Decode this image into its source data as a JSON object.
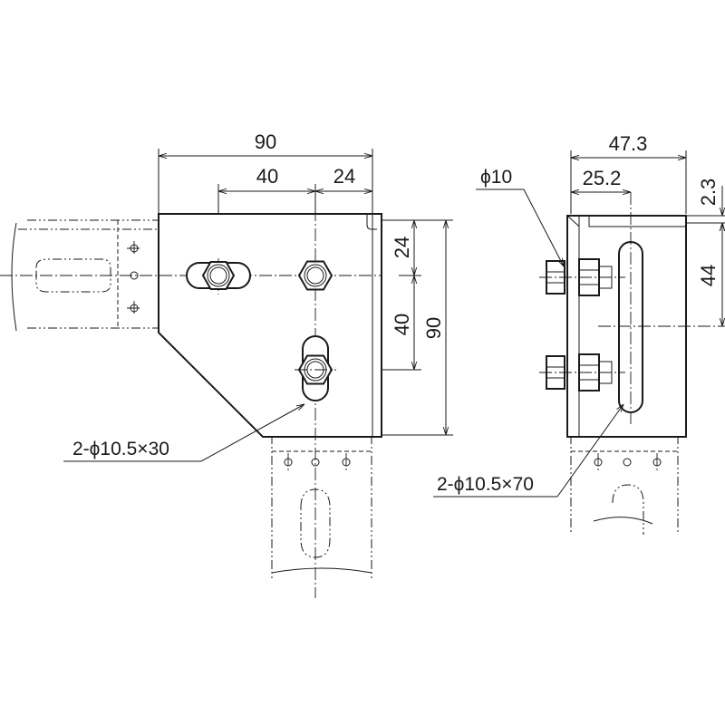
{
  "front_view": {
    "dims": {
      "overall_width": "90",
      "hole_spacing": "40",
      "edge_offset": "24",
      "vertical_offset": "24",
      "vertical_spacing": "40",
      "overall_height": "90"
    },
    "callout": "2-ϕ10.5×30"
  },
  "side_view": {
    "dims": {
      "overall_depth": "47.3",
      "slot_offset": "25.2",
      "thickness": "2.3",
      "slot_center_height": "44"
    },
    "bolt_callout": "ϕ10",
    "callout": "2-ϕ10.5×70"
  }
}
